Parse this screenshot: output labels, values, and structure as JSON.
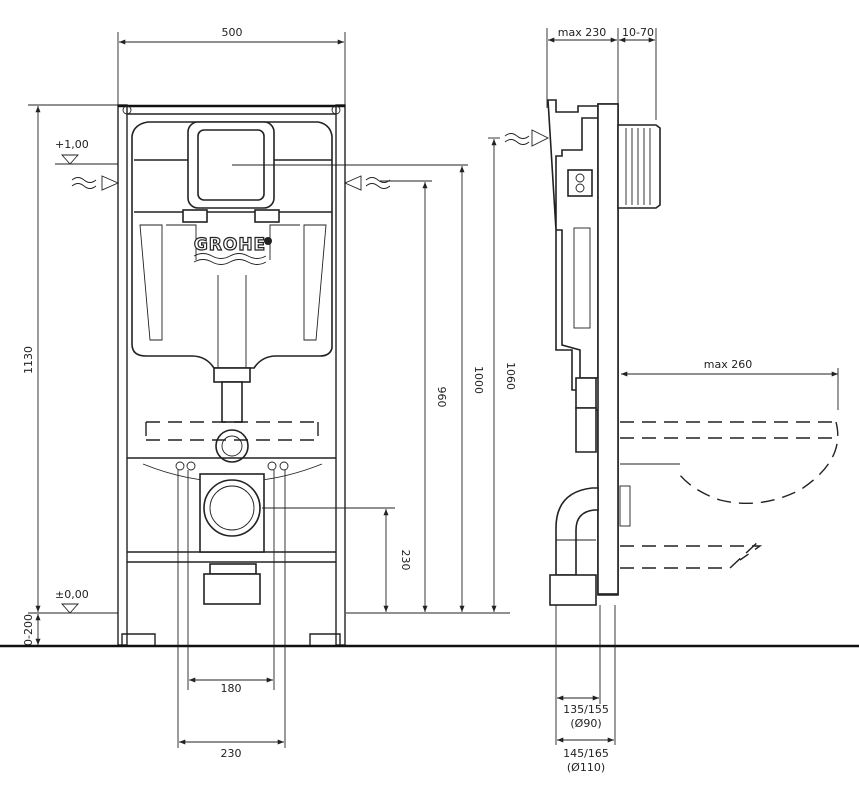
{
  "brand": {
    "logo_text": "GROHE"
  },
  "front_view": {
    "width": "500",
    "height": "1130",
    "adjust_range": "0-200",
    "level_upper": "+1,00",
    "level_zero": "±0,00",
    "h_960": "960",
    "h_1000": "1000",
    "h_1060": "1060",
    "h_230": "230",
    "bottom_180": "180",
    "bottom_230": "230"
  },
  "side_view": {
    "max_depth": "max 230",
    "wall_range": "10-70",
    "bowl_projection": "max 260",
    "pipe_small_line1": "135/155",
    "pipe_small_line2": "(Ø90)",
    "pipe_large_line1": "145/165",
    "pipe_large_line2": "(Ø110)"
  }
}
